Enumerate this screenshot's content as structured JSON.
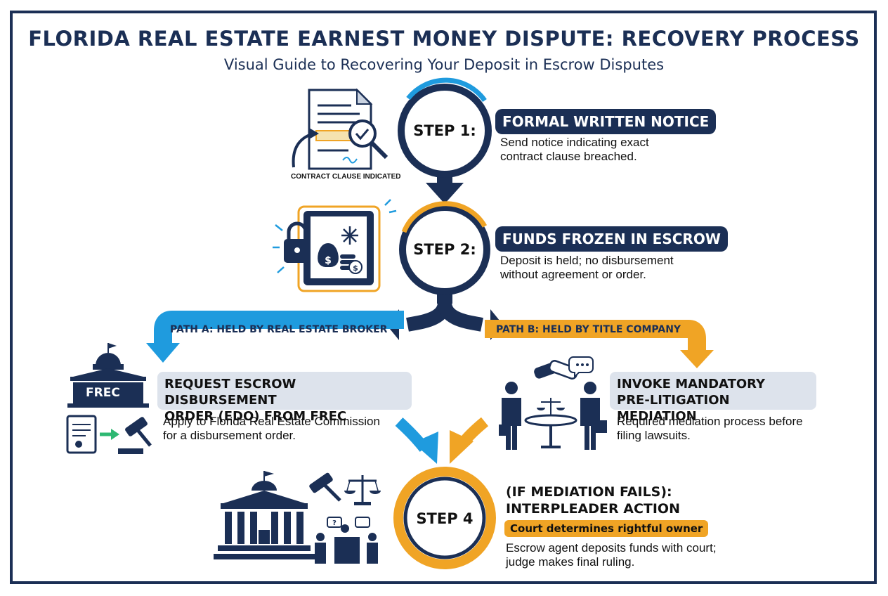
{
  "header": {
    "title": "FLORIDA REAL ESTATE EARNEST MONEY DISPUTE: RECOVERY PROCESS",
    "subtitle": "Visual Guide to Recovering Your Deposit in Escrow Disputes"
  },
  "step1": {
    "badge": "STEP 1:",
    "title": "FORMAL WRITTEN NOTICE",
    "desc_line1": "Send notice indicating exact",
    "desc_line2": "contract clause breached.",
    "icon_caption": "CONTRACT CLAUSE INDICATED"
  },
  "step2": {
    "badge": "STEP 2:",
    "title": "FUNDS FROZEN IN ESCROW",
    "desc_line1": "Deposit is held; no disbursement",
    "desc_line2": "without agreement or order."
  },
  "pathA": {
    "label": "PATH A: HELD BY REAL ESTATE BROKER",
    "title_line1": "REQUEST ESCROW DISBURSEMENT",
    "title_line2": "ORDER (EDO) FROM FREC",
    "desc_line1": "Apply to Florida Real Estate Commission",
    "desc_line2": "for a disbursement order.",
    "building_label": "FREC"
  },
  "pathB": {
    "label": "PATH B: HELD BY TITLE COMPANY",
    "title_line1": "INVOKE MANDATORY",
    "title_line2": "PRE-LITIGATION MEDIATION",
    "desc_line1": "Required mediation process before",
    "desc_line2": "filing lawsuits."
  },
  "step4": {
    "badge": "STEP 4",
    "head_line1": "(IF MEDIATION FAILS):",
    "head_line2": "INTERPLEADER ACTION",
    "highlight": "Court determines rightful owner",
    "desc_line1": "Escrow agent deposits funds with court;",
    "desc_line2": "judge makes final ruling."
  },
  "colors": {
    "navy": "#1b2f55",
    "blue": "#1f9bde",
    "orange": "#f0a425",
    "gray_box": "#dde3ec"
  }
}
